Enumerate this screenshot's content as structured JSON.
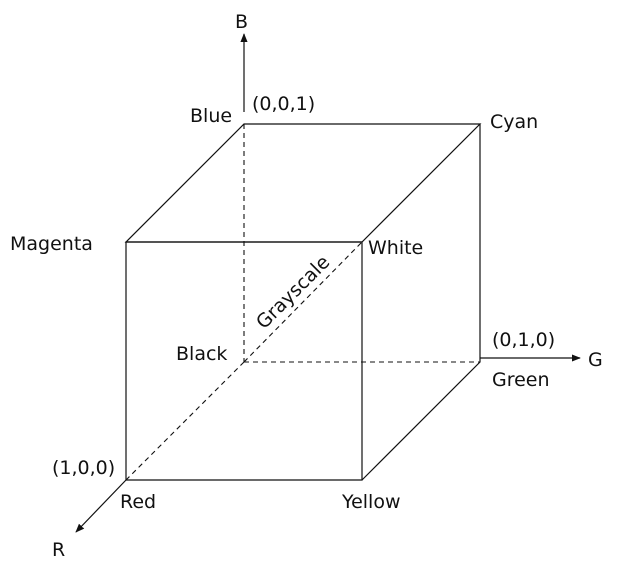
{
  "diagram": {
    "axes": {
      "b": "B",
      "g": "G",
      "r": "R"
    },
    "vertices": {
      "blue": "Blue",
      "cyan": "Cyan",
      "magenta": "Magenta",
      "white": "White",
      "black": "Black",
      "green": "Green",
      "red": "Red",
      "yellow": "Yellow"
    },
    "coords": {
      "blue": "(0,0,1)",
      "green": "(0,1,0)",
      "red": "(1,0,0)"
    },
    "diagonal": "Grayscale"
  }
}
